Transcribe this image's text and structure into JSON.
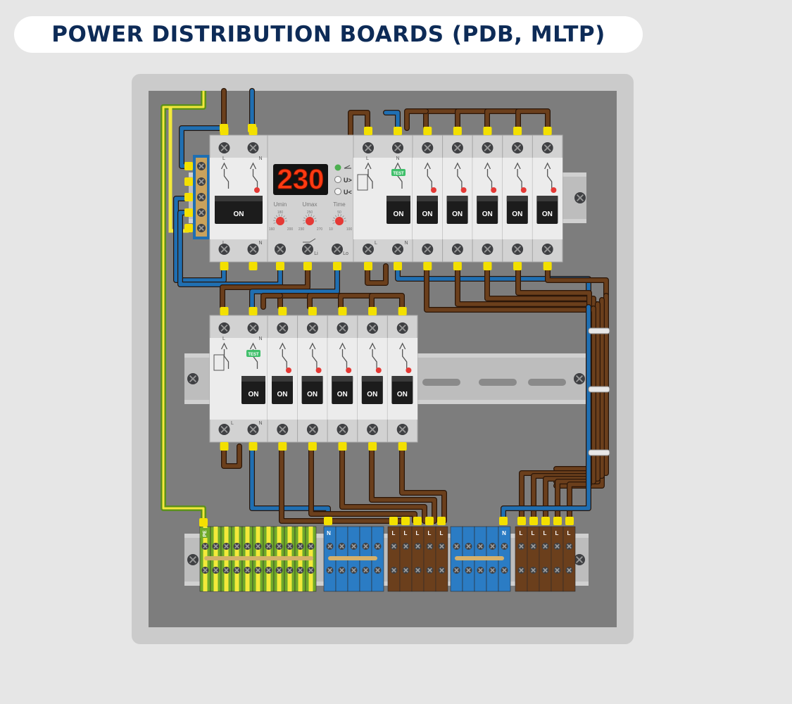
{
  "title": "POWER DISTRIBUTION BOARDS (PDB, MLTP)",
  "relay": {
    "display": "230",
    "indicators": [
      "U>",
      "U<"
    ],
    "knobs": [
      {
        "label": "Umin",
        "top": "180",
        "left": "160",
        "right": "200"
      },
      {
        "label": "Umax",
        "top": "250",
        "left": "230",
        "right": "270"
      },
      {
        "label": "Time",
        "top": "50",
        "left": "10",
        "right": "100"
      }
    ],
    "terminals": [
      "N",
      "Li",
      "Lo"
    ]
  },
  "breaker_label": "ON",
  "test_label": "TEST",
  "terminal_L": "L",
  "terminal_N": "N",
  "pe_label": "PE",
  "colors": {
    "wire_brown": "#6b3f1c",
    "wire_blue": "#1f6fb2",
    "wire_pe_green": "#6ea92a",
    "wire_pe_yellow": "#f3e93a",
    "lug_yellow": "#f3e000",
    "display_red": "#ff3b12",
    "title_navy": "#0d2b57"
  }
}
